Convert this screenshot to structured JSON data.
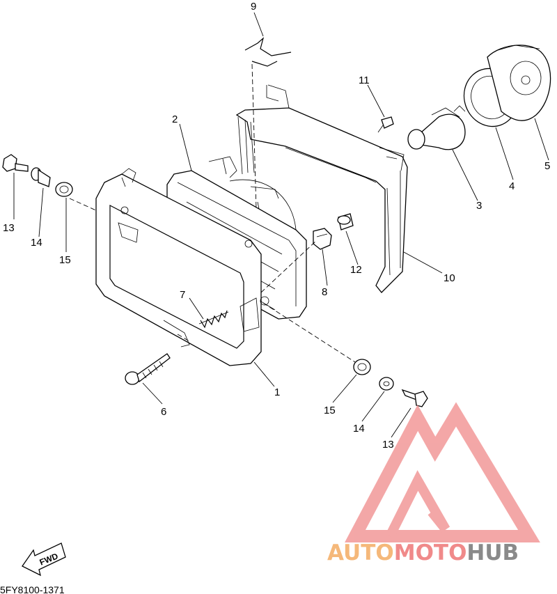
{
  "diagram": {
    "document_code": "5FY8100-1371",
    "fwd_label": "FWD",
    "callouts": {
      "c1": "1",
      "c2": "2",
      "c3": "3",
      "c4": "4",
      "c5": "5",
      "c6": "6",
      "c7": "7",
      "c8": "8",
      "c9": "9",
      "c10": "10",
      "c11": "11",
      "c12": "12",
      "c13_left": "13",
      "c14_left": "14",
      "c15_left": "15",
      "c13_right": "13",
      "c14_right": "14",
      "c15_right": "15"
    }
  },
  "watermark": {
    "text_part1": "AUTO",
    "text_part2": "MOTO",
    "text_part3": "HUB",
    "colors": {
      "auto": "#f5b87a",
      "moto": "#f08a8a",
      "hub": "#8a8a8a",
      "logo": "#f08a8a"
    }
  }
}
